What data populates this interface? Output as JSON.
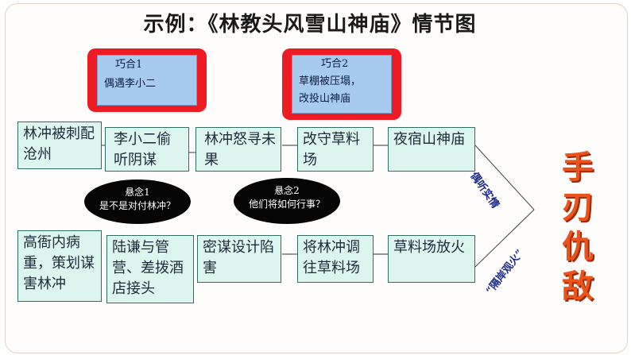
{
  "title": "示例：《林教头风雪山神庙》情节图",
  "coincidences": [
    {
      "label": "巧合1",
      "text": "偶遇李小二"
    },
    {
      "label": "巧合2",
      "text": "草棚被压塌，",
      "text2": "改投山神庙"
    }
  ],
  "top_row": [
    "林冲被刺配沧州",
    "李小二偷听阴谋",
    "林冲怒寻未果",
    "改守草料场",
    "夜宿山神庙"
  ],
  "bottom_row": [
    "高衙内病重，策划谋害林冲",
    "陆谦与管营、差拨酒店接头",
    "密谋设计陷害",
    "将林冲调往草料场",
    "草料场放火"
  ],
  "suspense": [
    {
      "label": "悬念1",
      "text": "是不是对付林冲？"
    },
    {
      "label": "悬念2",
      "text": "他们将如何行事？"
    }
  ],
  "side_labels": {
    "upper": "偶听实情",
    "lower": "“隔岸观火”"
  },
  "climax": "手刃仇敌",
  "colors": {
    "coincidence_border": "#ed1c24",
    "coincidence_fill": "#a6cbef",
    "box_fill": "#ddf5ef",
    "climax": "#e8541b"
  }
}
